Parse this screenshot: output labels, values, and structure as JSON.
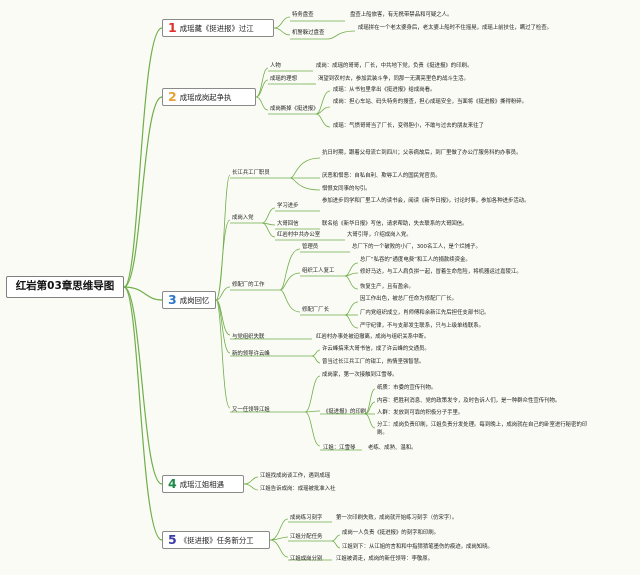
{
  "title": "红岩第03章思维导图",
  "colors": {
    "c1": "#e0302a",
    "c2": "#e8a13a",
    "c3": "#2e78c5",
    "c4": "#1f8a4a",
    "c5": "#3a3aa8",
    "link": "#6fae4a"
  },
  "branches": [
    {
      "num": "1",
      "label": "成瑶藏《挺进报》过江",
      "n1": {
        "a": "特务盘查",
        "b": "机警躲过盘查"
      },
      "t1": {
        "a": "盘查上船旅客，有无携带禁品和可疑之人。",
        "b": "成瑶拼在一个老太婆身后，老太婆上船时不住摇晃，成瑶上前扶住，瞒过了检查。"
      }
    },
    {
      "num": "2",
      "label": "成瑶成岗起争执",
      "n2": {
        "a": "人物",
        "b": "成瑶的理想",
        "c": "成岗撕掉《挺进报》"
      },
      "t2": {
        "a": "成岗：成瑶的哥哥，厂长，中共地下党，负责《挺进报》的印刷。",
        "b": "渴望到农村去，参加武装斗争，同那一无满亮里色的战斗生活。",
        "c": "成瑶：从书包里拿出《挺进报》给成岗看。",
        "d": "成岗：担心车站、码头特务的搜查，担心成瑶安全，当面将《挺进报》撕得粉碎。",
        "e": "成瑶：气愤哥哥当了厂长，变得胆小，不敢与过去的朋友来往了"
      }
    },
    {
      "num": "3",
      "label": "成岗回忆",
      "n3": {
        "a": "长江兵工厂职员",
        "b": "成岗入党",
        "c": "修配厂的工作",
        "d": "与党组织失联",
        "e": "新的领导许云峰",
        "f": "又一任领导江姐"
      },
      "n3s": {
        "a": "学习进步",
        "b": "大哥回信",
        "c": "红岩村中共办公室",
        "d": "管理员",
        "e": "组织工人复工",
        "f": "修配厂厂长",
        "g": "《挺进报》的印刷",
        "h": "江姐：江雪琴"
      },
      "t3": {
        "a1": "抗日时期，跟着父母流亡到四川；父亲病故后，到厂里做了办公厅服务科的办事员。",
        "a2": "厌恶和憎恶：自私自利、欺辱工人的国民党官员。",
        "a3": "憎恨女同事的勾引。",
        "b1": "参加进步同学和厂里工人的读书会，阅读《新华日报》，讨论时事，参加各种进步活动。",
        "b2": "联名给《新华日报》写信，请求帮助，失去联系的大哥回信。",
        "b3": "大哥引导，介绍成岗入党。",
        "c1": "总厂下的一个破败的小厂，300名工人，是个烂摊子。",
        "c2": "总厂“私吞的”通度电费”和工人的捐款续资金。",
        "c3": "修好马达，与工人肩负拼一起，冒着生命危险，将机器运过嘉陵江。",
        "c4": "恢复生产，且有盈余。",
        "c5": "因工作出色，被总厂任命为修配厂厂长。",
        "c6": "厂内党组织成立，肖师傅和余新江先后担任支部书记。",
        "c7": "严守纪律，不与支部发生联系，只与上级单线联系。",
        "d1": "红岩村办事处被迫撤离，成岗与组织关系中断。",
        "e1": "许云峰搞来大哥书信，成了许云峰的交通员。",
        "e2": "曾当过长江兵工厂的钳工，热情坚强智慧。",
        "f1": "成岗家，第一次接触到江雪琴。",
        "f2": "纸质：市委的宣传刊物。",
        "f3": "内容：把胜利消息、党的政策发令，及时告诉人们，是一种群众性宣传刊物。",
        "f4": "人群：发放到可靠的积极分子手里。",
        "f5": "分工：成岗负责印刷，江姐负责分发处理。每到晚上，成岗就在自己的卧室进行秘密的印刷。",
        "f6": "老练、成熟、温和。"
      }
    },
    {
      "num": "4",
      "label": "成瑶江姐相遇",
      "t4": {
        "a": "江姐找成岗谈工作，遇到成瑶",
        "b": "江姐告诉成岗：成瑶被批准入社"
      }
    },
    {
      "num": "5",
      "label": "《挺进报》任务新分工",
      "n5": {
        "a": "成岗练习刻字",
        "b": "江姐分配任务",
        "c": "江姐成岗分别"
      },
      "t5": {
        "a": "第一次印刷失败，成岗就开始练习刻字（仿宋字）。",
        "b": "成岗一人负责《挺进报》的刻字和印刷。",
        "c": "江姐到下：从江姐的言和和中指猜猜笔墨伤的痕迹，成岗知晓。",
        "d": "江姐被调走，成岗的新任领导：李敬原。"
      }
    }
  ]
}
